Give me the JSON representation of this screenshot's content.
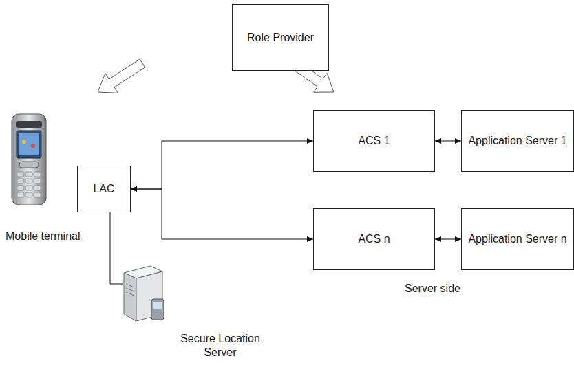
{
  "diagram": {
    "nodes": [
      {
        "text": [
          "Role Provider"
        ]
      },
      {
        "text": [
          "LAC"
        ]
      },
      {
        "text": [
          "ACS 1"
        ]
      },
      {
        "text": [
          "Application Server 1"
        ]
      },
      {
        "text": [
          "ACS n"
        ]
      },
      {
        "text": [
          "Application Server n"
        ]
      },
      {
        "text": [
          "Secure Location Server"
        ]
      }
    ],
    "edges": [
      {
        "from": 0,
        "to": 1,
        "arrow": "to"
      },
      {
        "from": 0,
        "to": 2,
        "arrow": "to"
      },
      {
        "from": 1,
        "to": 2,
        "arrow": "both"
      },
      {
        "from": 1,
        "to": 4,
        "arrow": "both"
      },
      {
        "from": 2,
        "to": 3,
        "arrow": "both"
      },
      {
        "from": 4,
        "to": 5,
        "arrow": "both"
      },
      {
        "from": 1,
        "to": 6,
        "arrow": "none"
      }
    ],
    "labels": [
      "Mobile terminal",
      "Server side"
    ]
  }
}
